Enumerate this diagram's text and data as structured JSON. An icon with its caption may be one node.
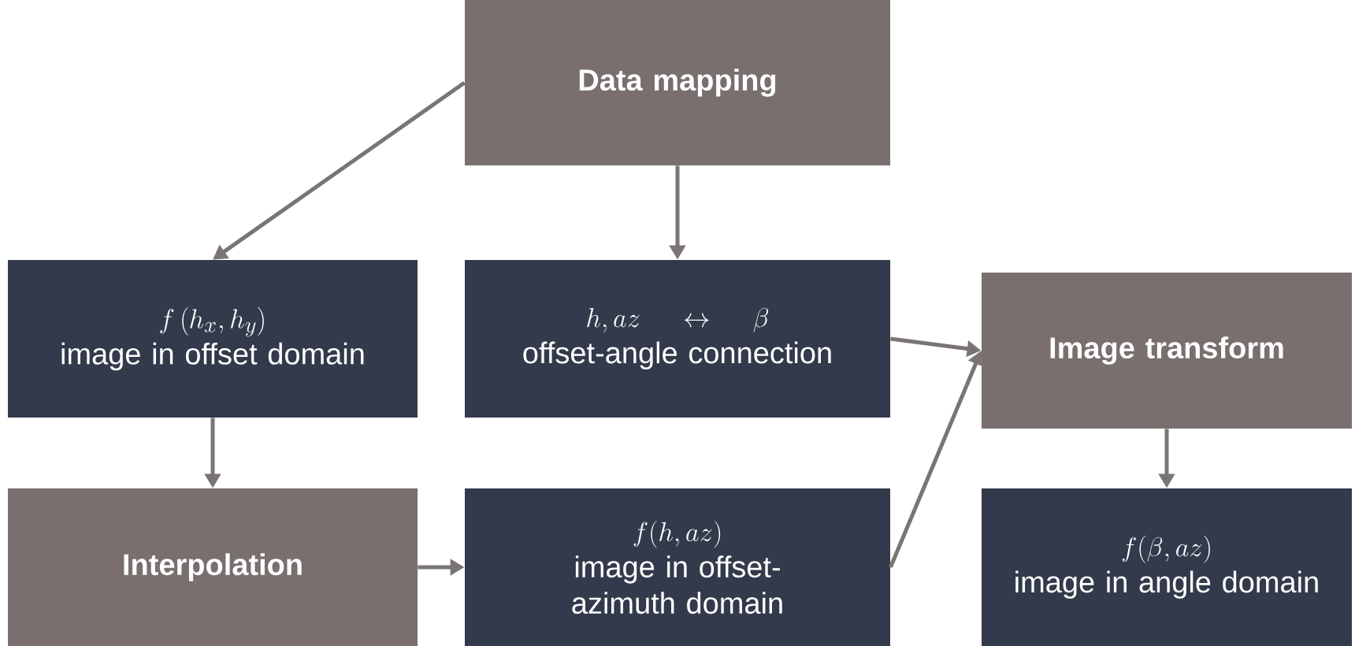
{
  "diagram": {
    "nodes": [
      {
        "text": [
          "Data mapping"
        ]
      },
      {
        "text": [
          "f\\left(h_x, h_y\\right)",
          "image in offset domain"
        ]
      },
      {
        "text": [
          "h, az \\;\\leftrightarrow\\; \\beta",
          "offset-angle connection"
        ]
      },
      {
        "text": [
          "Image transform"
        ]
      },
      {
        "text": [
          "Interpolation"
        ]
      },
      {
        "text": [
          "f(h, az)",
          "image in offset-azimuth domain"
        ]
      },
      {
        "text": [
          "f(\\beta, az)",
          "image in angle domain"
        ]
      }
    ],
    "edges": [
      {
        "from": 0,
        "to": 1,
        "arrow": "to"
      },
      {
        "from": 0,
        "to": 2,
        "arrow": "to"
      },
      {
        "from": 1,
        "to": 4,
        "arrow": "to"
      },
      {
        "from": 4,
        "to": 5,
        "arrow": "to"
      },
      {
        "from": 2,
        "to": 3,
        "arrow": "to"
      },
      {
        "from": 5,
        "to": 3,
        "arrow": "to"
      },
      {
        "from": 3,
        "to": 6,
        "arrow": "to"
      }
    ]
  }
}
